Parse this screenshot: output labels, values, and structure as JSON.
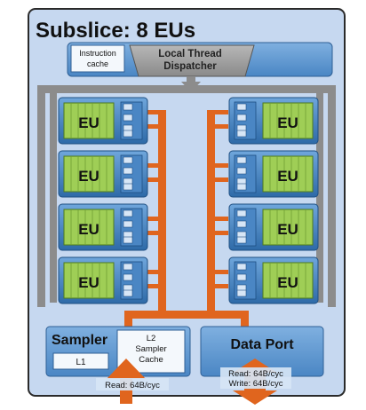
{
  "title": "Subslice: 8 EUs",
  "instruction_cache": {
    "line1": "Instruction",
    "line2": "cache"
  },
  "dispatcher": {
    "line1": "Local Thread",
    "line2": "Dispatcher"
  },
  "eu_label": "EU",
  "eus": [
    {
      "side": "left",
      "row": 0
    },
    {
      "side": "left",
      "row": 1
    },
    {
      "side": "left",
      "row": 2
    },
    {
      "side": "left",
      "row": 3
    },
    {
      "side": "right",
      "row": 0
    },
    {
      "side": "right",
      "row": 1
    },
    {
      "side": "right",
      "row": 2
    },
    {
      "side": "right",
      "row": 3
    }
  ],
  "sampler": {
    "title": "Sampler",
    "l1": "L1",
    "l2_line1": "L2",
    "l2_line2": "Sampler",
    "l2_line3": "Cache",
    "bandwidth": "Read: 64B/cyc"
  },
  "data_port": {
    "title": "Data Port",
    "read": "Read: 64B/cyc",
    "write": "Write: 64B/cyc"
  },
  "colors": {
    "outer_border": "#2a2a2a",
    "subslice_fill": "#c6d8f0",
    "gray_bus": "#8c8c8c",
    "orange_bus": "#e0651e",
    "eu_blue": "#3d7fc4",
    "eu_green": "#9fce56",
    "panel_blue": "#5b9bd5"
  }
}
